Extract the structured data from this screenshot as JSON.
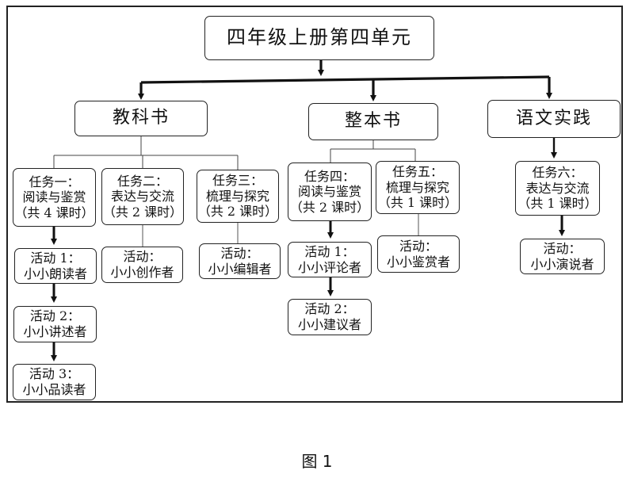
{
  "root": "四年级上册第四单元",
  "categories": {
    "textbook": "教科书",
    "whole_book": "整本书",
    "practice": "语文实践"
  },
  "tasks": {
    "task1": [
      "任务一：",
      "阅读与鉴赏",
      "（共 4 课时）"
    ],
    "task2": [
      "任务二：",
      "表达与交流",
      "（共 2 课时）"
    ],
    "task3": [
      "任务三：",
      "梳理与探究",
      "（共 2 课时）"
    ],
    "task4": [
      "任务四：",
      "阅读与鉴赏",
      "（共 2 课时）"
    ],
    "task5": [
      "任务五：",
      "梳理与探究",
      "（共 1 课时）"
    ],
    "task6": [
      "任务六：",
      "表达与交流",
      "（共 1 课时）"
    ]
  },
  "activities": {
    "a1_1": [
      "活动 1：",
      "小小朗读者"
    ],
    "a1_2": [
      "活动 2：",
      "小小讲述者"
    ],
    "a1_3": [
      "活动 3：",
      "小小品读者"
    ],
    "a2": [
      "活动：",
      "小小创作者"
    ],
    "a3": [
      "活动：",
      "小小编辑者"
    ],
    "a4_1": [
      "活动 1：",
      "小小评论者"
    ],
    "a4_2": [
      "活动 2：",
      "小小建议者"
    ],
    "a5": [
      "活动：",
      "小小鉴赏者"
    ],
    "a6": [
      "活动：",
      "小小演说者"
    ]
  },
  "caption": "图 1"
}
